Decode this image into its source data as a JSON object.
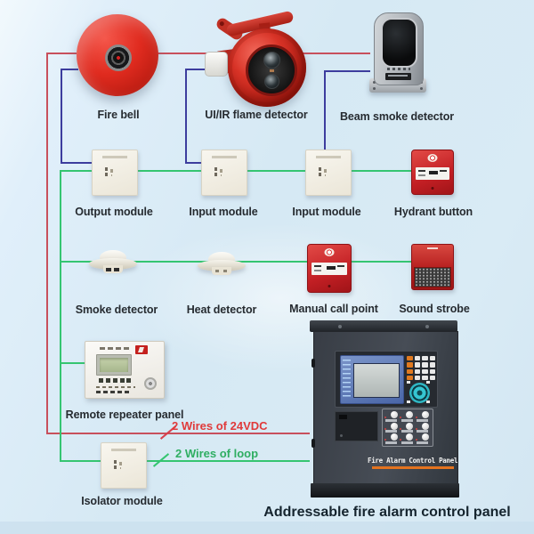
{
  "diagram": {
    "caption": "Addressable fire alarm control panel",
    "wire_labels": {
      "power": "2 Wires of 24VDC",
      "loop": "2 Wires of loop"
    },
    "devices": {
      "fire_bell": {
        "label": "Fire bell"
      },
      "flame_detector": {
        "label": "UI/IR flame detector"
      },
      "beam_smoke_detector": {
        "label": "Beam smoke detector"
      },
      "output_module": {
        "label": "Output module"
      },
      "input_module_1": {
        "label": "Input module"
      },
      "input_module_2": {
        "label": "Input module"
      },
      "hydrant_button": {
        "label": "Hydrant button"
      },
      "smoke_detector": {
        "label": "Smoke detector"
      },
      "heat_detector": {
        "label": "Heat detector"
      },
      "manual_call_point": {
        "label": "Manual call point"
      },
      "sound_strobe": {
        "label": "Sound strobe"
      },
      "remote_repeater_panel": {
        "label": "Remote repeater panel"
      },
      "isolator_module": {
        "label": "Isolator module"
      },
      "control_panel": {
        "nameplate": "Fire Alarm Control Panel"
      }
    },
    "colors": {
      "wire_power_24vdc": "#c8505c",
      "wire_signal": "#3d3d9e",
      "wire_loop": "#35c571",
      "power_label_text": "#e03a3a",
      "loop_label_text": "#2fae62",
      "nameplate_accent": "#e4731f",
      "panel_body": "#3c424a",
      "device_red": "#c21f24"
    }
  }
}
